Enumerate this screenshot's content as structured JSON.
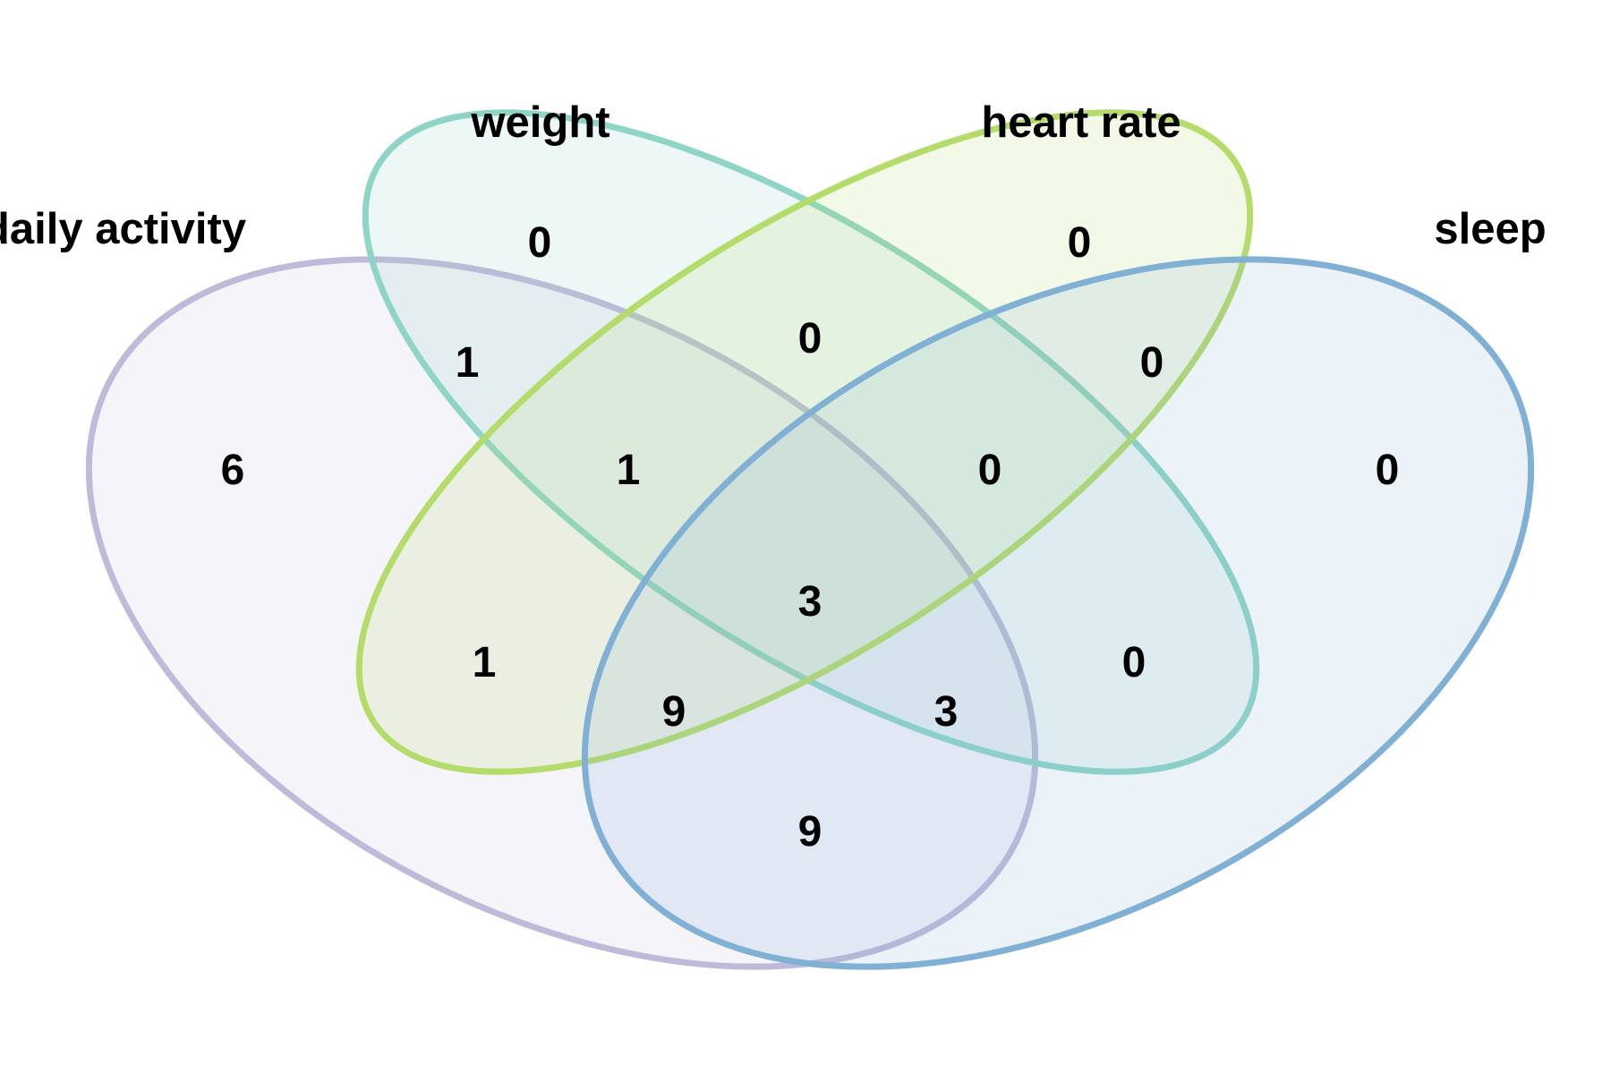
{
  "sets": [
    {
      "id": "daily_activity",
      "label": "daily activity",
      "color": "#bfbad9"
    },
    {
      "id": "weight",
      "label": "weight",
      "color": "#8ed4c7"
    },
    {
      "id": "heart_rate",
      "label": "heart rate",
      "color": "#b3dc6a"
    },
    {
      "id": "sleep",
      "label": "sleep",
      "color": "#80b0d3"
    }
  ],
  "regions": [
    {
      "sets": [
        "daily_activity"
      ],
      "count": "6"
    },
    {
      "sets": [
        "weight"
      ],
      "count": "0"
    },
    {
      "sets": [
        "heart_rate"
      ],
      "count": "0"
    },
    {
      "sets": [
        "sleep"
      ],
      "count": "0"
    },
    {
      "sets": [
        "daily_activity",
        "weight"
      ],
      "count": "1"
    },
    {
      "sets": [
        "weight",
        "heart_rate"
      ],
      "count": "0"
    },
    {
      "sets": [
        "heart_rate",
        "sleep"
      ],
      "count": "0"
    },
    {
      "sets": [
        "daily_activity",
        "weight",
        "heart_rate"
      ],
      "count": "1"
    },
    {
      "sets": [
        "weight",
        "heart_rate",
        "sleep"
      ],
      "count": "0"
    },
    {
      "sets": [
        "daily_activity",
        "heart_rate"
      ],
      "count": "1"
    },
    {
      "sets": [
        "weight",
        "sleep"
      ],
      "count": "0"
    },
    {
      "sets": [
        "daily_activity",
        "weight",
        "heart_rate",
        "sleep"
      ],
      "count": "3"
    },
    {
      "sets": [
        "daily_activity",
        "heart_rate",
        "sleep"
      ],
      "count": "9"
    },
    {
      "sets": [
        "daily_activity",
        "weight",
        "sleep"
      ],
      "count": "3"
    },
    {
      "sets": [
        "daily_activity",
        "sleep"
      ],
      "count": "9"
    }
  ]
}
